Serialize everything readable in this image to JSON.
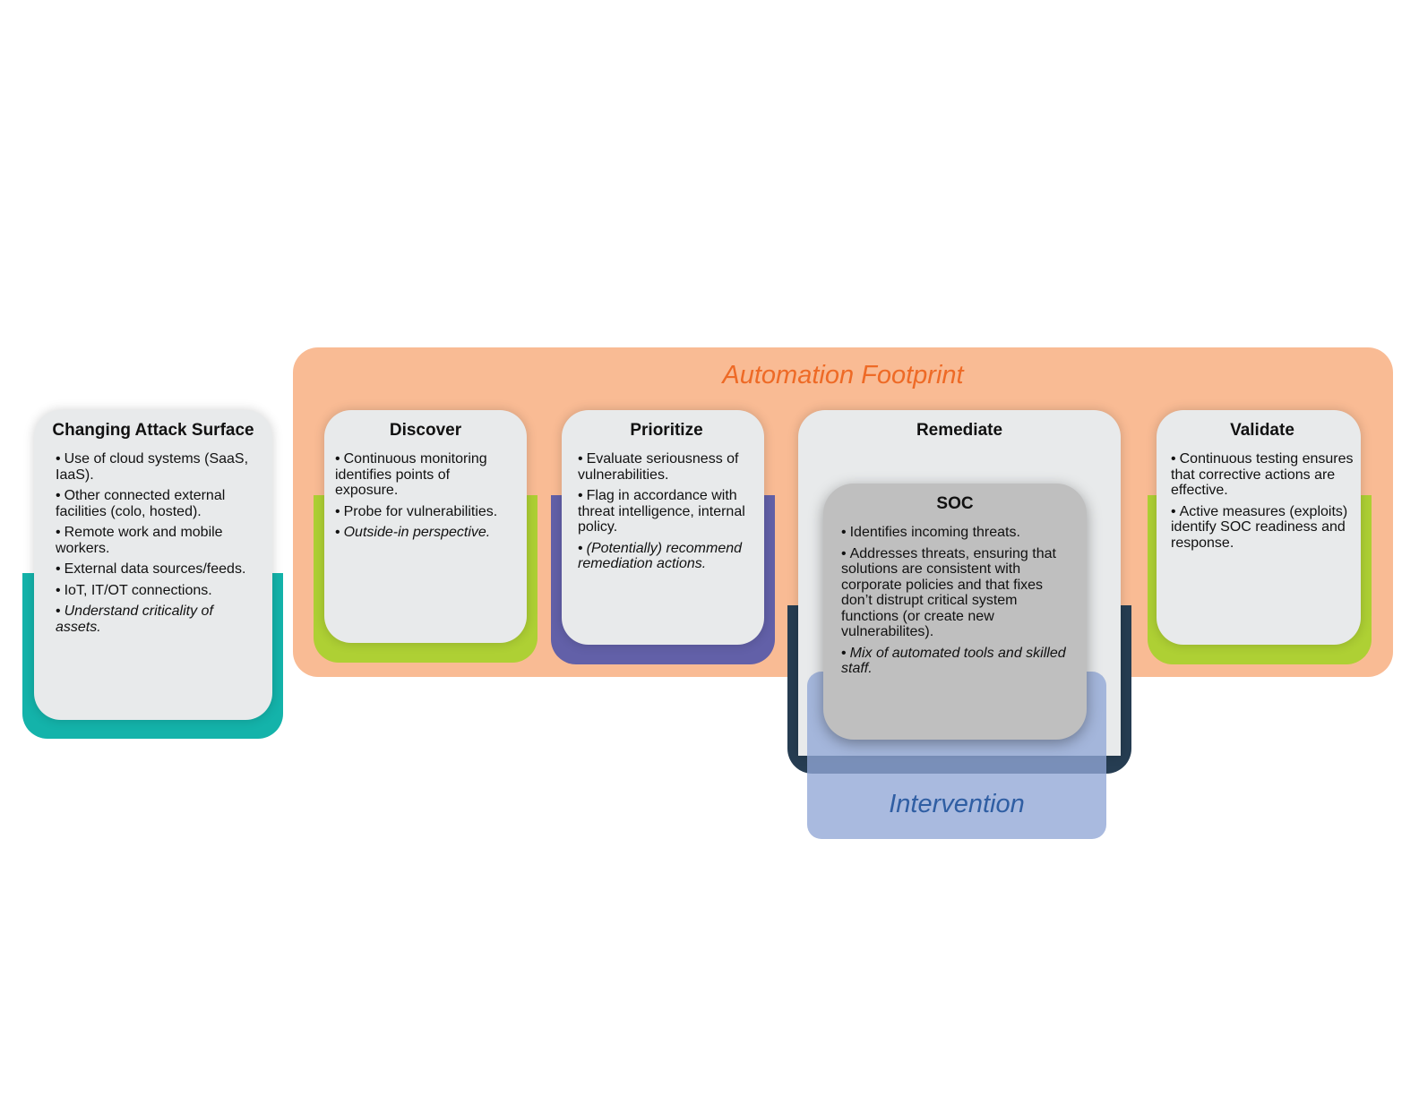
{
  "bands": {
    "automation_title": "Automation Footprint",
    "intervention_title": "Intervention"
  },
  "cards": {
    "attack_surface": {
      "title": "Changing Attack Surface",
      "items": [
        {
          "text": "Use of cloud systems (SaaS, IaaS).",
          "italic": false
        },
        {
          "text": "Other connected external facilities (colo, hosted).",
          "italic": false
        },
        {
          "text": "Remote work and mobile workers.",
          "italic": false
        },
        {
          "text": "External data sources/feeds.",
          "italic": false
        },
        {
          "text": "IoT, IT/OT connections.",
          "italic": false
        },
        {
          "text": "Understand criticality of assets.",
          "italic": true
        }
      ]
    },
    "discover": {
      "title": "Discover",
      "items": [
        {
          "text": "Continuous monitoring identifies points of exposure.",
          "italic": false
        },
        {
          "text": "Probe for vulnerabilities.",
          "italic": false
        },
        {
          "text": "Outside-in perspective.",
          "italic": true
        }
      ]
    },
    "prioritize": {
      "title": "Prioritize",
      "items": [
        {
          "text": "Evaluate seriousness of vulnerabilities.",
          "italic": false
        },
        {
          "text": "Flag in accordance with threat intelligence, internal policy.",
          "italic": false
        },
        {
          "text": "(Potentially) recommend remediation actions.",
          "italic": true
        }
      ]
    },
    "remediate": {
      "title": "Remediate"
    },
    "soc": {
      "title": "SOC",
      "items": [
        {
          "text": "Identifies incoming threats.",
          "italic": false
        },
        {
          "text": "Addresses threats, ensuring that solutions are consistent with corporate policies and that fixes don’t distrupt critical system functions (or create new vulnerabilites).",
          "italic": false
        },
        {
          "text": "Mix of automated tools and skilled staff.",
          "italic": true
        }
      ]
    },
    "validate": {
      "title": "Validate",
      "items": [
        {
          "text": "Continuous testing ensures that corrective actions are effective.",
          "italic": false
        },
        {
          "text": "Active measures (exploits) identify SOC readiness and response.",
          "italic": false
        }
      ]
    }
  },
  "colors": {
    "automation_band": "#f9bb94",
    "automation_text": "#ee6a26",
    "intervention_band": "#91a6d6",
    "intervention_text": "#2f5ea3",
    "teal_frame": "#14b3aa",
    "green_frame": "#aed034",
    "purple_frame": "#6260a8",
    "navy_frame": "#263d52",
    "card_fill": "#e8eaeb",
    "soc_fill": "#bfbfbf"
  }
}
